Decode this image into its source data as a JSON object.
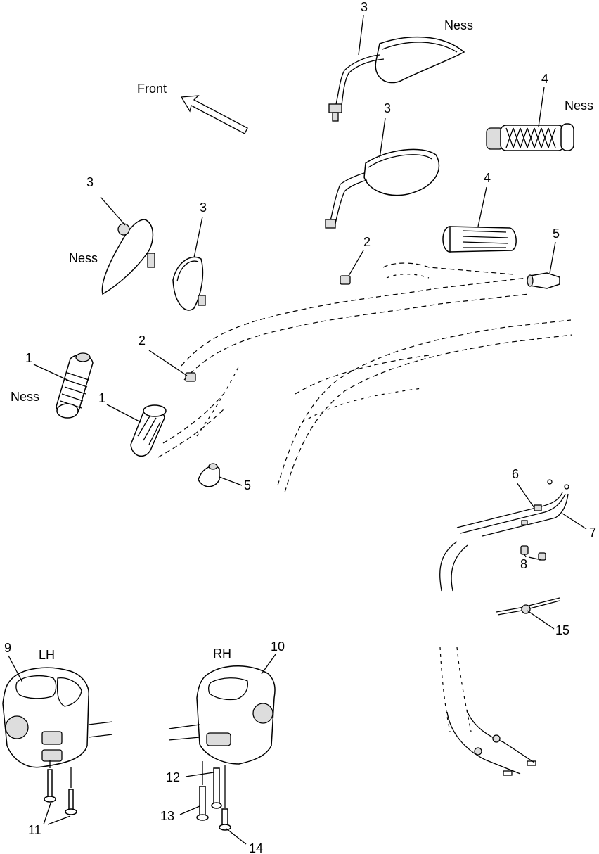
{
  "labels": {
    "front": "Front",
    "ness": "Ness",
    "lh": "LH",
    "rh": "RH"
  },
  "callouts": {
    "n1": "1",
    "n2": "2",
    "n3": "3",
    "n4": "4",
    "n5": "5",
    "n6": "6",
    "n7": "7",
    "n8": "8",
    "n9": "9",
    "n10": "10",
    "n11": "11",
    "n12": "12",
    "n13": "13",
    "n14": "14",
    "n15": "15"
  }
}
